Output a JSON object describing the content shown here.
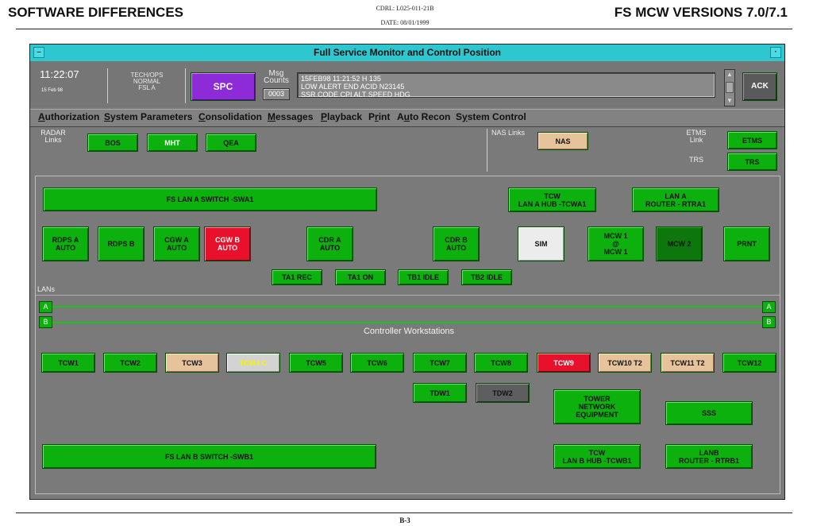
{
  "document": {
    "left_title": "SOFTWARE DIFFERENCES",
    "right_title": "FS MCW VERSIONS 7.0/7.1",
    "cdrl": "CDRL: L025-011-21B",
    "date": "DATE: 08/01/1999",
    "page": "B-3"
  },
  "window": {
    "title": "Full Service Monitor and Control Position",
    "min_btn": "–",
    "max_btn": "·"
  },
  "header": {
    "time": "11:22:07",
    "date": "15 Feb 98",
    "status_line1": "TECH/OPS",
    "status_line2": "NORMAL",
    "status_line3": "FSL A",
    "spc_label": "SPC",
    "msg_label1": "Msg",
    "msg_label2": "Counts",
    "msg_count": "0003",
    "messages": [
      "15FEB98 11:21:52 H  135",
      "LOW ALERT  END  ACID N23145",
      "SSR CODE CPI ALT SPEED HDG"
    ],
    "ack_label": "ACK"
  },
  "menu": {
    "items": [
      {
        "u": "A",
        "rest": "uthorization"
      },
      {
        "u": "S",
        "rest": "ystem Parameters"
      },
      {
        "u": "C",
        "rest": "onsolidation"
      },
      {
        "u": "M",
        "rest": "essages"
      },
      {
        "u": "P",
        "rest": "layback"
      },
      {
        "pre": "P",
        "u": "r",
        "rest": "int"
      },
      {
        "pre": "A",
        "u": "u",
        "rest": "to Recon"
      },
      {
        "pre": "S",
        "u": "y",
        "rest": "stem Control"
      }
    ]
  },
  "links": {
    "radar_label1": "RADAR",
    "radar_label2": "Links",
    "radar": [
      "BOS",
      "MHT",
      "QEA"
    ],
    "nas_label": "NAS Links",
    "nas": "NAS",
    "etms_label1": "ETMS",
    "etms_label2": "Link",
    "etms": "ETMS",
    "trs_label": "TRS",
    "trs": "TRS"
  },
  "lan": {
    "switch_a": "FS LAN A SWITCH -SWA1",
    "tcw_hub_a1": "TCW",
    "tcw_hub_a2": "LAN A HUB -TCWA1",
    "router_a1": "LAN A",
    "router_a2": "ROUTER - RTRA1",
    "rdps_a1": "RDPS A",
    "rdps_a2": "AUTO",
    "rdps_b": "RDPS B",
    "cgw_a1": "CGW A",
    "cgw_a2": "AUTO",
    "cgw_b1": "CGW B",
    "cgw_b2": "AUTO",
    "cdr_a1": "CDR A",
    "cdr_a2": "AUTO",
    "cdr_b1": "CDR B",
    "cdr_b2": "AUTO",
    "sim": "SIM",
    "mcw1_1": "MCW 1",
    "mcw1_2": "@",
    "mcw1_3": "MCW 1",
    "mcw2": "MCW 2",
    "prnt": "PRNT",
    "ta1_rec": "TA1 REC",
    "ta1_on": "TA1 ON",
    "tb1_idle": "TB1 IDLE",
    "tb2_idle": "TB2 IDLE",
    "lans_label": "LANs",
    "bus_a": "A",
    "bus_b": "B",
    "cw_title": "Controller Workstations",
    "tcws": [
      "TCW1",
      "TCW2",
      "TCW3",
      "TCW4 C",
      "TCW5",
      "TCW6",
      "TCW7",
      "TCW8",
      "TCW9",
      "TCW10 T2",
      "TCW11 T2",
      "TCW12"
    ],
    "tdw1": "TDW1",
    "tdw2": "TDW2",
    "tower1": "TOWER",
    "tower2": "NETWORK",
    "tower3": "EQUIPMENT",
    "sss": "SSS",
    "switch_b": "FS LAN B SWITCH -SWB1",
    "tcw_hub_b1": "TCW",
    "tcw_hub_b2": "LAN B HUB -TCWB1",
    "router_b1": "LANB",
    "router_b2": "ROUTER - RTRB1"
  }
}
